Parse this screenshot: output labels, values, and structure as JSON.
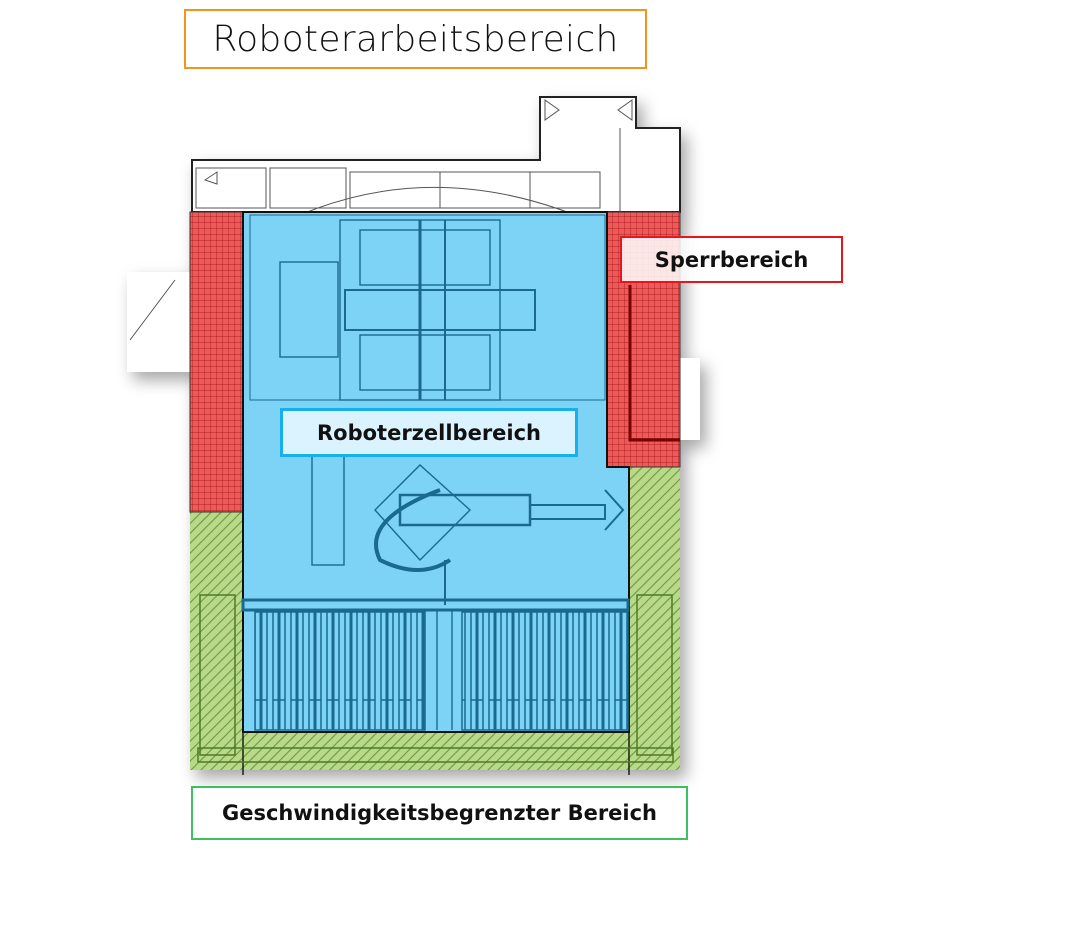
{
  "title": "Roboterarbeitsbereich",
  "zones": {
    "restricted": {
      "label": "Sperrbereich",
      "color": "#e8141e"
    },
    "robot_cell": {
      "label": "Roboterzellbereich",
      "color": "#18b0ec"
    },
    "speed_limited": {
      "label": "Geschwindigkeitsbegrenzter Bereich",
      "color": "#3cc060"
    }
  },
  "title_border_color": "#f0961e"
}
